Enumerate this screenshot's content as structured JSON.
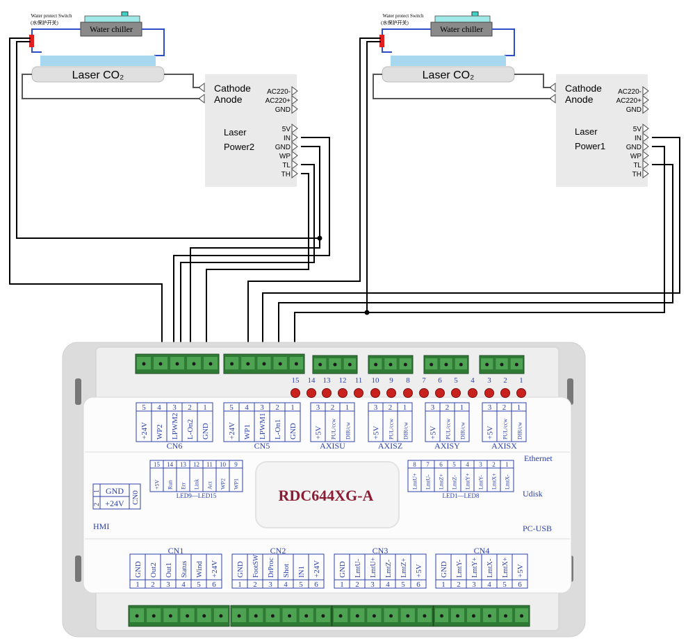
{
  "left_unit": {
    "wp_switch_line1": "Water protect Switch",
    "wp_switch_line2": "(水保护开关)",
    "chiller": "Water chiller",
    "laser": "Laser CO₂",
    "psu": {
      "cathode": "Cathode",
      "anode": "Anode",
      "ac_pins": [
        "AC220-",
        "AC220+",
        "GND"
      ],
      "name_line1": "Laser",
      "name_line2": "Power2",
      "sig_pins": [
        "5V",
        "IN",
        "GND",
        "WP",
        "TL",
        "TH"
      ]
    }
  },
  "right_unit": {
    "wp_switch_line1": "Water protect Switch",
    "wp_switch_line2": "(水保护开关)",
    "chiller": "Water chiller",
    "laser": "Laser CO₂",
    "psu": {
      "cathode": "Cathode",
      "anode": "Anode",
      "ac_pins": [
        "AC220-",
        "AC220+",
        "GND"
      ],
      "name_line1": "Laser",
      "name_line2": "Power1",
      "sig_pins": [
        "5V",
        "IN",
        "GND",
        "WP",
        "TL",
        "TH"
      ]
    }
  },
  "board": {
    "model": "RDC644XG-A",
    "led_numbers": [
      "15",
      "14",
      "13",
      "12",
      "11",
      "10",
      "9",
      "8",
      "7",
      "6",
      "5",
      "4",
      "3",
      "2",
      "1"
    ],
    "side_labels": {
      "ethernet": "Ethernet",
      "udisk": "Udisk",
      "pcusb": "PC-USB",
      "hmi": "HMI"
    },
    "cn6": {
      "name": "CN6",
      "nums": [
        "5",
        "4",
        "3",
        "2",
        "1"
      ],
      "pins": [
        "+24V",
        "WP2",
        "LPWM2",
        "L-On2",
        "GND"
      ]
    },
    "cn5": {
      "name": "CN5",
      "nums": [
        "5",
        "4",
        "3",
        "2",
        "1"
      ],
      "pins": [
        "+24V",
        "WP1",
        "LPWM1",
        "L-On1",
        "GND"
      ]
    },
    "axisu": {
      "name": "AXISU",
      "nums": [
        "3",
        "2",
        "1"
      ],
      "pins": [
        "+5V",
        "PUL/ccw",
        "DIR/cw"
      ]
    },
    "axisz": {
      "name": "AXISZ",
      "nums": [
        "3",
        "2",
        "1"
      ],
      "pins": [
        "+5V",
        "PUL/ccw",
        "DIR/cw"
      ]
    },
    "axisy": {
      "name": "AXISY",
      "nums": [
        "3",
        "2",
        "1"
      ],
      "pins": [
        "+5V",
        "PUL/ccw",
        "DIR/cw"
      ]
    },
    "axisx": {
      "name": "AXISX",
      "nums": [
        "3",
        "2",
        "1"
      ],
      "pins": [
        "+5V",
        "PUL/ccw",
        "DIR/cw"
      ]
    },
    "led9_15": {
      "caption": "LED9—LED15",
      "nums": [
        "15",
        "14",
        "13",
        "12",
        "11",
        "10",
        "9"
      ],
      "pins": [
        "+5V",
        "Run",
        "Err",
        "Link",
        "Act",
        "WP2",
        "WP1"
      ]
    },
    "led1_8": {
      "caption": "LED1—LED8",
      "nums": [
        "8",
        "7",
        "6",
        "5",
        "4",
        "3",
        "2",
        "1"
      ],
      "pins": [
        "LmtU+",
        "LmtU-",
        "LmtZ+",
        "LmtZ-",
        "LmtY+",
        "LmtY-",
        "LmtX+",
        "LmtX-"
      ]
    },
    "cn0": {
      "name": "CN0",
      "nums": [
        "1",
        "2"
      ],
      "pins": [
        "GND",
        "+24V"
      ]
    },
    "cn1": {
      "name": "CN1",
      "nums": [
        "1",
        "2",
        "3",
        "4",
        "5",
        "6"
      ],
      "pins": [
        "GND",
        "Out2",
        "Out1",
        "Status",
        "Wind",
        "+24V"
      ]
    },
    "cn2": {
      "name": "CN2",
      "nums": [
        "1",
        "2",
        "3",
        "4",
        "5",
        "6"
      ],
      "pins": [
        "GND",
        "FootSW",
        "DrProc",
        "Shot",
        "IN1",
        "+24V"
      ]
    },
    "cn3": {
      "name": "CN3",
      "nums": [
        "1",
        "2",
        "3",
        "4",
        "5",
        "6"
      ],
      "pins": [
        "GND",
        "LmtU-",
        "LmtU+",
        "LmtZ-",
        "LmtZ+",
        "+5V"
      ]
    },
    "cn4": {
      "name": "CN4",
      "nums": [
        "1",
        "2",
        "3",
        "4",
        "5",
        "6"
      ],
      "pins": [
        "GND",
        "LmtY-",
        "LmtY+",
        "LmtX-",
        "LmtX+",
        "+5V"
      ]
    }
  },
  "colors": {
    "wire": "#000000",
    "tube_wire": "#2d4cc8",
    "label_blue": "#2b3fa8",
    "led": "#c8211e",
    "connector": "#3a8a3a",
    "model_text": "#8a1c33"
  }
}
